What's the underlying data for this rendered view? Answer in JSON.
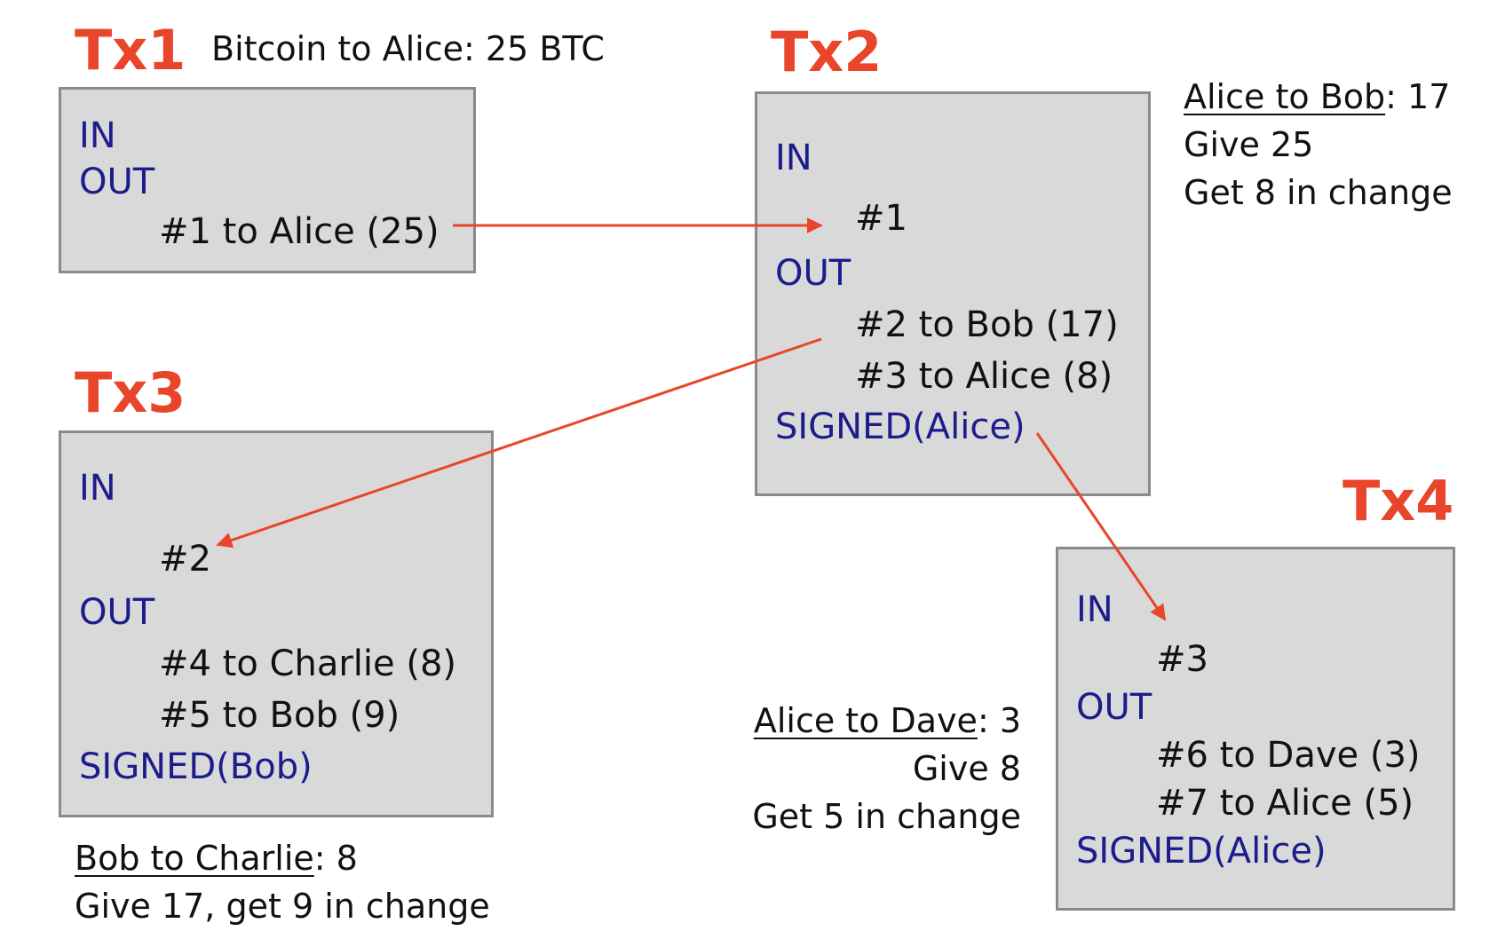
{
  "tx1": {
    "title": "Tx1",
    "caption": "Bitcoin to Alice: 25 BTC",
    "in_label": "IN",
    "out_label": "OUT",
    "outputs": [
      "#1 to Alice (25)"
    ]
  },
  "tx2": {
    "title": "Tx2",
    "in_label": "IN",
    "inputs": [
      "#1"
    ],
    "out_label": "OUT",
    "outputs": [
      "#2 to Bob (17)",
      "#3 to Alice (8)"
    ],
    "signed": "SIGNED(Alice)",
    "note": {
      "heading": "Alice to Bob",
      "heading_value": ": 17",
      "lines": [
        "Give 25",
        "Get 8 in change"
      ]
    }
  },
  "tx3": {
    "title": "Tx3",
    "in_label": "IN",
    "inputs": [
      "#2"
    ],
    "out_label": "OUT",
    "outputs": [
      "#4 to Charlie (8)",
      "#5 to Bob (9)"
    ],
    "signed": "SIGNED(Bob)",
    "note": {
      "heading": "Bob to Charlie",
      "heading_value": ": 8",
      "lines": [
        "Give 17, get 9 in change"
      ]
    }
  },
  "tx4": {
    "title": "Tx4",
    "in_label": "IN",
    "inputs": [
      "#3"
    ],
    "out_label": "OUT",
    "outputs": [
      "#6 to Dave (3)",
      "#7 to Alice (5)"
    ],
    "signed": "SIGNED(Alice)",
    "note": {
      "heading": "Alice to Dave",
      "heading_value": ": 3",
      "lines": [
        "Give 8",
        "Get 5 in change"
      ]
    }
  },
  "colors": {
    "title": "#e8452a",
    "keyword": "#1c1c8c",
    "box_fill": "#d9d9d9",
    "box_border": "#8a8a8a",
    "arrow": "#e8452a"
  }
}
